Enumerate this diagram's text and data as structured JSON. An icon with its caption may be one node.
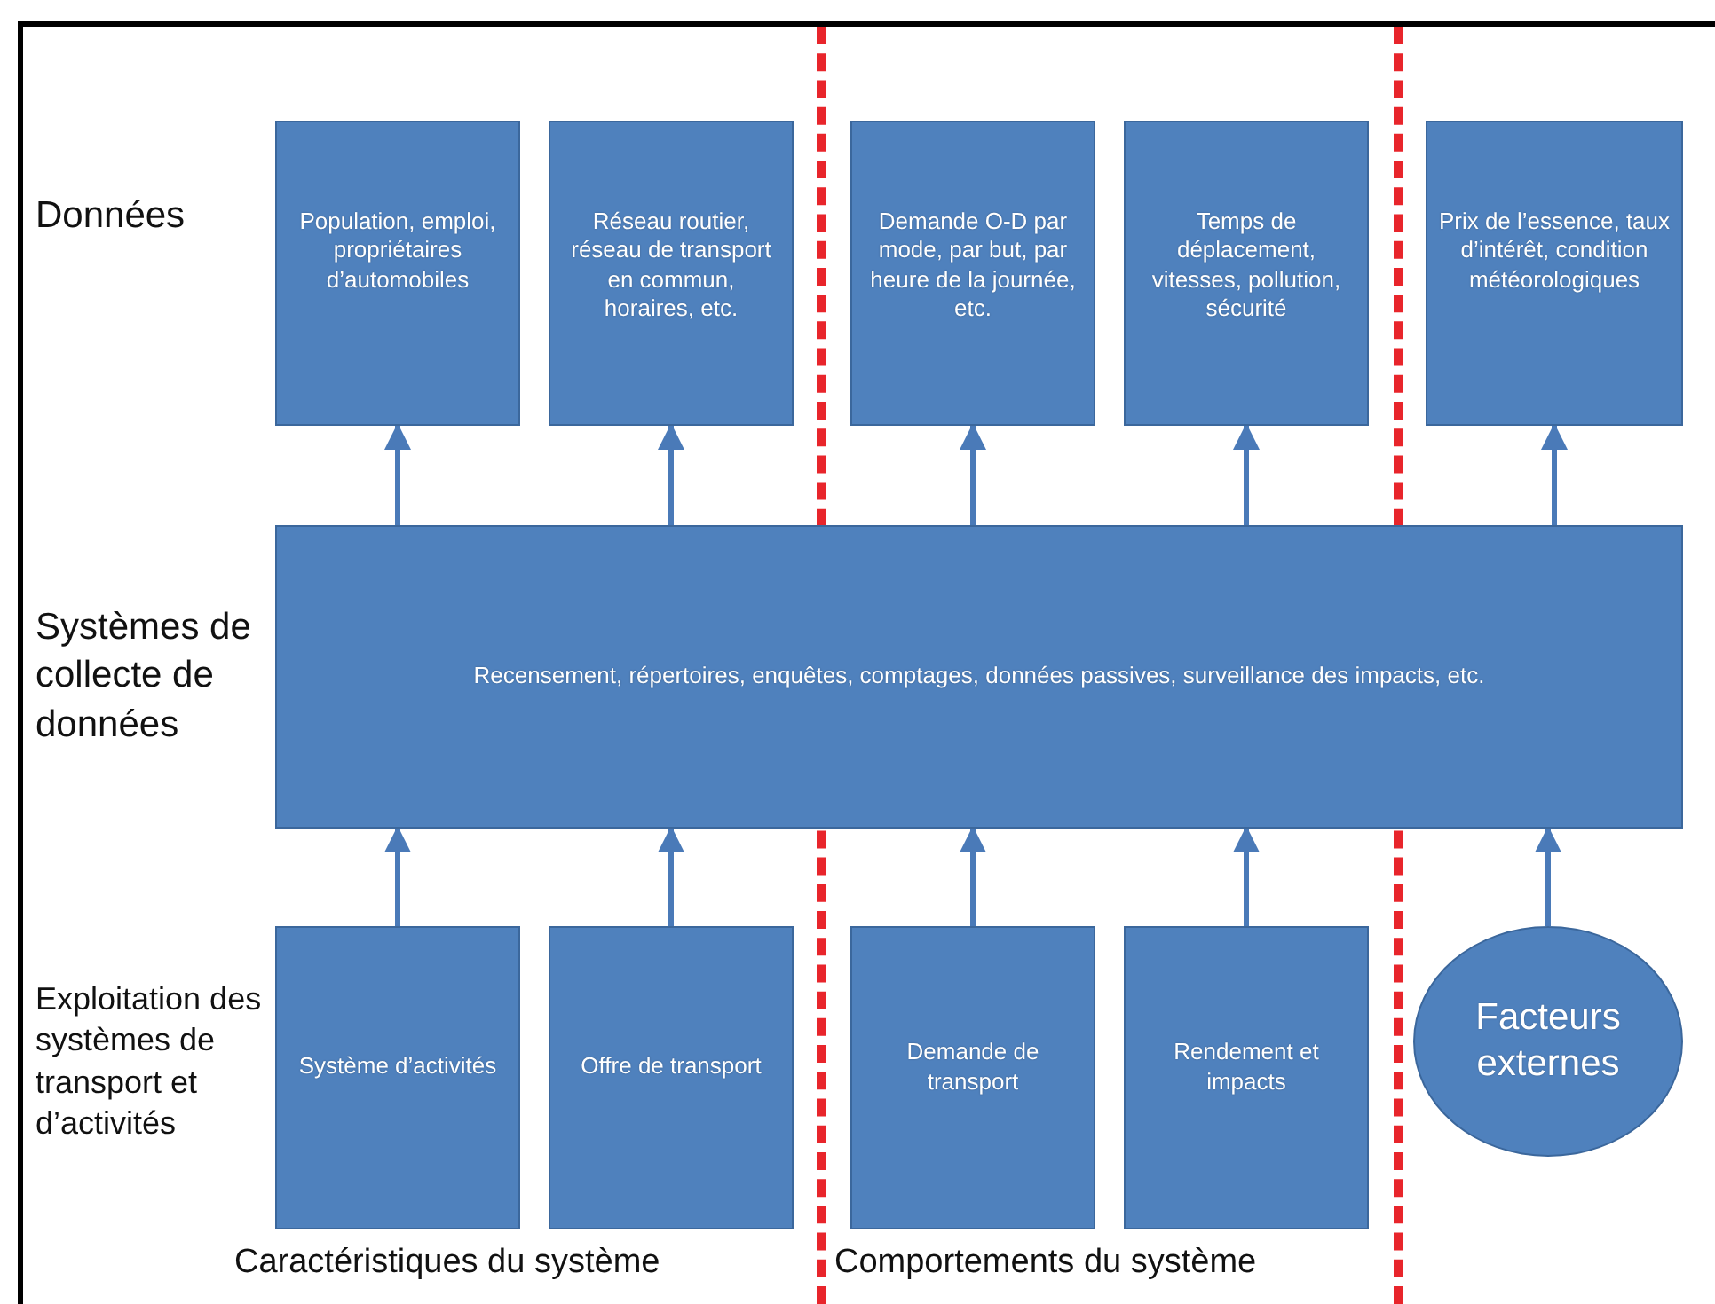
{
  "diagram": {
    "nodes": [
      {
        "text": [
          "Population, emploi, propriétaires d’automobiles"
        ]
      },
      {
        "text": [
          "Réseau routier, réseau de transport en commun, horaires, etc."
        ]
      },
      {
        "text": [
          "Demande O-D par mode, par but, par heure de la journée, etc."
        ]
      },
      {
        "text": [
          "Temps de déplacement, vitesses, pollution, sécurité"
        ]
      },
      {
        "text": [
          "Prix de l’essence, taux d’intérêt, condition météorologiques"
        ]
      },
      {
        "text": [
          "Recensement, répertoires, enquêtes, comptages, données passives, surveillance des impacts, etc."
        ]
      },
      {
        "text": [
          "Système d’activités"
        ]
      },
      {
        "text": [
          "Offre de transport"
        ]
      },
      {
        "text": [
          "Demande de transport"
        ]
      },
      {
        "text": [
          "Rendement et impacts"
        ]
      },
      {
        "text": [
          "Facteurs externes"
        ]
      }
    ],
    "edges": [
      {
        "from": 5,
        "to": 0,
        "arrow": "to"
      },
      {
        "from": 5,
        "to": 1,
        "arrow": "to"
      },
      {
        "from": 5,
        "to": 2,
        "arrow": "to"
      },
      {
        "from": 5,
        "to": 3,
        "arrow": "to"
      },
      {
        "from": 5,
        "to": 4,
        "arrow": "to"
      },
      {
        "from": 6,
        "to": 5,
        "arrow": "to"
      },
      {
        "from": 7,
        "to": 5,
        "arrow": "to"
      },
      {
        "from": 8,
        "to": 5,
        "arrow": "to"
      },
      {
        "from": 9,
        "to": 5,
        "arrow": "to"
      },
      {
        "from": 10,
        "to": 5,
        "arrow": "to"
      }
    ],
    "labels": [
      "Données",
      "Systèmes de collecte de données",
      "Exploitation des systèmes de transport et d’activités",
      "Caractéristiques du système",
      "Comportements du système"
    ]
  }
}
